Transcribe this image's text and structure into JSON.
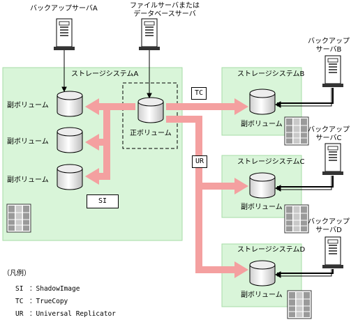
{
  "labels": {
    "backup_server_a": "バックアップサーバA",
    "file_server_line1": "ファイルサーバまたは",
    "file_server_line2": "データベースサーバ",
    "storage_a": "ストレージシステムA",
    "storage_b": "ストレージシステムB",
    "storage_c": "ストレージシステムC",
    "storage_d": "ストレージシステムD",
    "backup_b_line1": "バックアップ",
    "backup_b_line2": "サーバB",
    "backup_c_line1": "バックアップ",
    "backup_c_line2": "サーバC",
    "backup_d_line1": "バックアップ",
    "backup_d_line2": "サーバD",
    "secondary_vol": "副ボリューム",
    "primary_vol": "正ボリューム",
    "tc": "TC",
    "ur": "UR",
    "si": "SI"
  },
  "legend": {
    "title": "（凡例）",
    "items": [
      {
        "abbr": "SI",
        "desc": "：ShadowImage"
      },
      {
        "abbr": "TC",
        "desc": "：TrueCopy"
      },
      {
        "abbr": "UR",
        "desc": "：Universal Replicator"
      }
    ]
  },
  "colors": {
    "storage_fill": "#d9f5d9",
    "storage_border": "#a6dca6",
    "arrow": "#f4a0a0"
  }
}
